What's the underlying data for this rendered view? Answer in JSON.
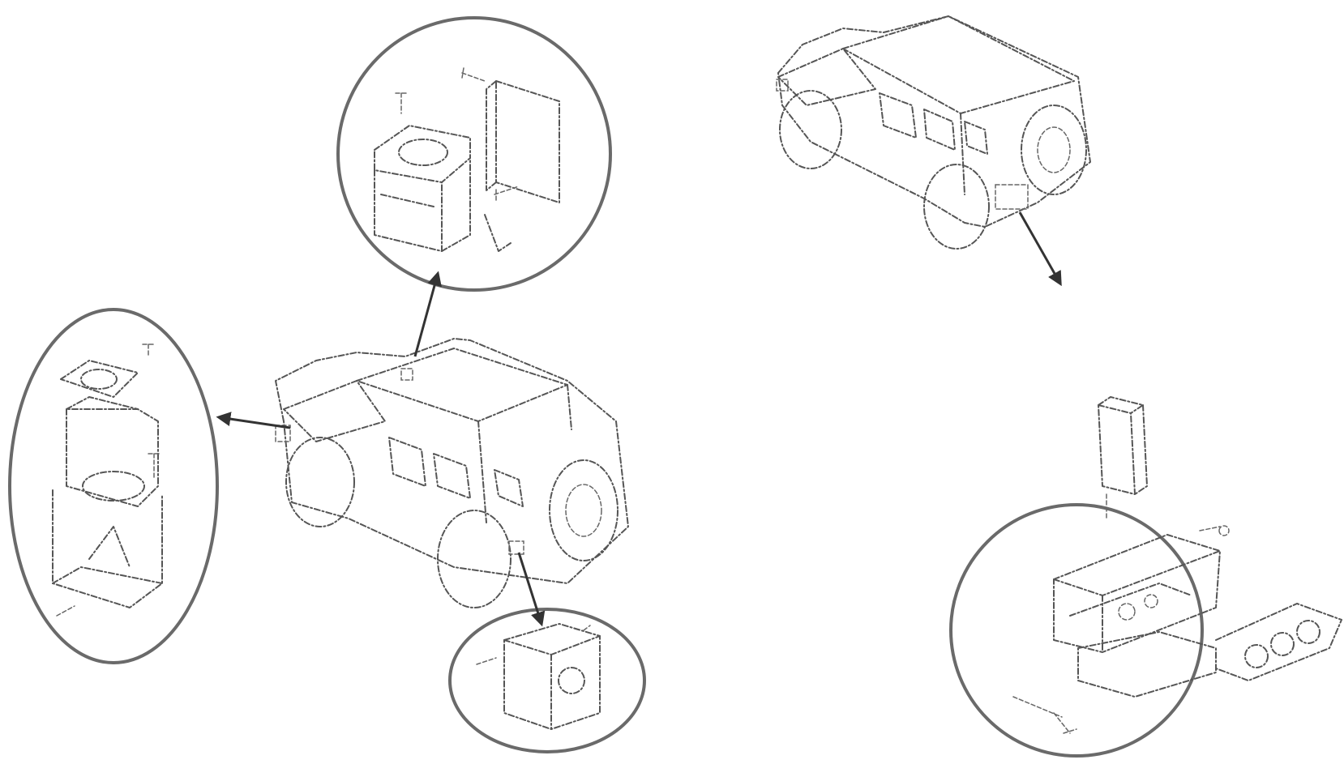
{
  "diagram": {
    "style": "exploded isometric line drawing",
    "colors": {
      "line": "#555555",
      "callout_ring": "#6a6a6a",
      "arrow": "#333333",
      "background": "#ffffff"
    },
    "vehicles": [
      {
        "name": "vehicle-main",
        "view": "rear-three-quarter"
      },
      {
        "name": "vehicle-secondary",
        "view": "rear-three-quarter"
      }
    ],
    "callouts": [
      {
        "name": "roof-bracket-detail",
        "shape": "circle"
      },
      {
        "name": "front-mount-detail",
        "shape": "ellipse"
      },
      {
        "name": "rear-mount-detail",
        "shape": "ellipse"
      },
      {
        "name": "hitch-assembly-detail",
        "shape": "circle"
      }
    ]
  }
}
